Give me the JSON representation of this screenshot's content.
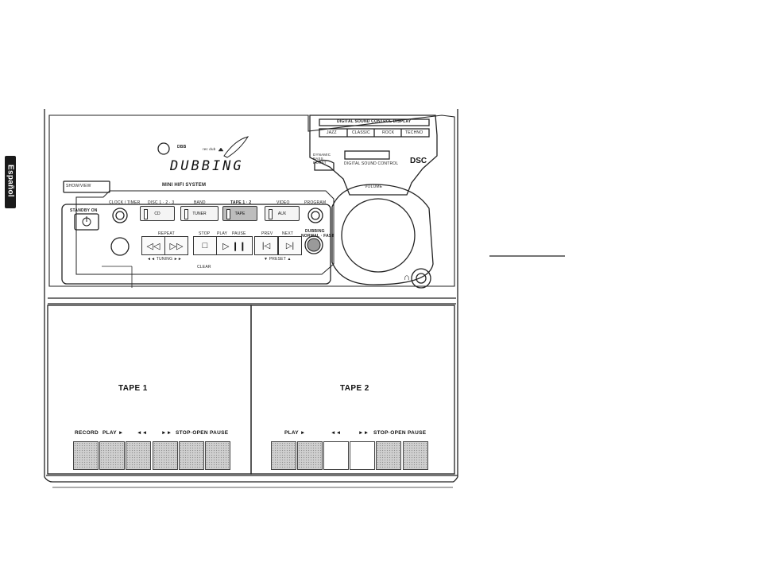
{
  "side_tab": {
    "text": "Español"
  },
  "display": {
    "text": "DUBBING",
    "dbb": "DBB",
    "tape_indicators": "rec  dub",
    "brand_line": "MINI HIFI SYSTEM"
  },
  "top_panel": {
    "dsc_display": "DIGITAL SOUND CONTROL DISPLAY",
    "dsc_presets": [
      "JAZZ",
      "CLASSIC",
      "ROCK",
      "TECHNO"
    ],
    "dbb_label": "DYNAMIC BASS BOOST",
    "dsc_control": "DIGITAL SOUND CONTROL",
    "dsc_logo": "DSC",
    "small_button": "SHOW/VIEW"
  },
  "controls": {
    "standby": "STANDBY ON",
    "source_labels": [
      "CLOCK / TIMER",
      "DISC 1 · 2 · 3",
      "BAND",
      "TAPE 1 · 2",
      "VIDEO",
      "PROGRAM"
    ],
    "sources": [
      "CD",
      "TUNER",
      "TAPE",
      "AUX"
    ],
    "transport_labels": [
      "REPEAT",
      "STOP",
      "PLAY",
      "PAUSE",
      "PREV",
      "NEXT"
    ],
    "tuning": "◄◄  TUNING  ►►",
    "preset": "▼ PRESET ▲",
    "clear": "CLEAR",
    "dubbing": "DUBBING",
    "dubbing_speed": "NORMAL · FAST",
    "volume": "VOLUME"
  },
  "deck": {
    "tape1": {
      "title": "TAPE 1",
      "buttons": [
        "RECORD",
        "PLAY ►",
        "◄◄",
        "►►",
        "STOP·OPEN",
        "PAUSE"
      ]
    },
    "tape2": {
      "title": "TAPE 2",
      "buttons": [
        "PLAY ►",
        "◄◄",
        "►►",
        "STOP·OPEN",
        "PAUSE"
      ]
    }
  },
  "colors": {
    "line": "#222222",
    "button_fill": "#cfcfcf",
    "accent_fill": "#9a9a9a"
  }
}
